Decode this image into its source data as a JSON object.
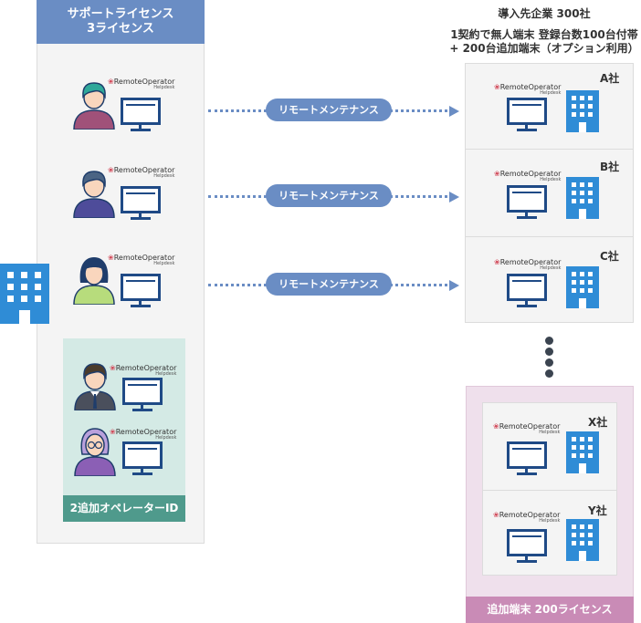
{
  "support": {
    "title_line1": "サポートライセンス",
    "title_line2": "3ライセンス",
    "extra_label": "2追加オペレーターID"
  },
  "clients": {
    "title": "導入先企業 300社",
    "line2": "1契約で無人端末 登録台数100台付帯",
    "line3": "+ 200台追加端末（オプション利用）",
    "extra_label": "追加端末 200ライセンス",
    "companies": [
      "A社",
      "B社",
      "C社",
      "X社",
      "Y社"
    ]
  },
  "connection_label": "リモートメンテナンス",
  "logo": {
    "brand": "RemoteOperator",
    "sub": "Helpdesk"
  },
  "colors": {
    "accent_blue": "#6a8dc4",
    "navy": "#1f4a86",
    "teal": "#4f9a8c",
    "pink": "#c98bb6",
    "building_blue": "#2f8cd6"
  }
}
